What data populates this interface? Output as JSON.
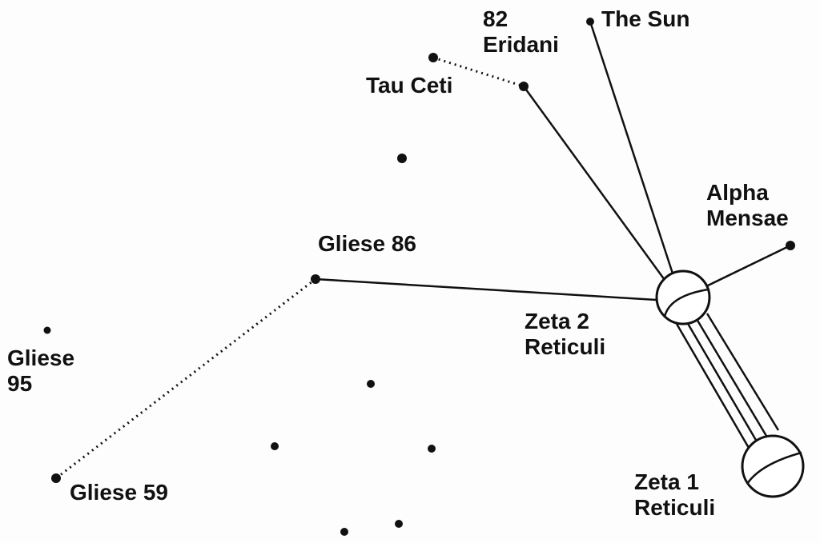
{
  "labels": {
    "the_sun": "The Sun",
    "eridani_82_line1": "82",
    "eridani_82_line2": "Eridani",
    "tau_ceti": "Tau Ceti",
    "alpha_mensae_line1": "Alpha",
    "alpha_mensae_line2": "Mensae",
    "gliese_86": "Gliese 86",
    "zeta2_line1": "Zeta 2",
    "zeta2_line2": "Reticuli",
    "gliese_95_line1": "Gliese",
    "gliese_95_line2": "95",
    "gliese_59": "Gliese 59",
    "zeta1_line1": "Zeta 1",
    "zeta1_line2": "Reticuli"
  },
  "colors": {
    "ink": "#111111",
    "background": "#fdfdfd"
  }
}
